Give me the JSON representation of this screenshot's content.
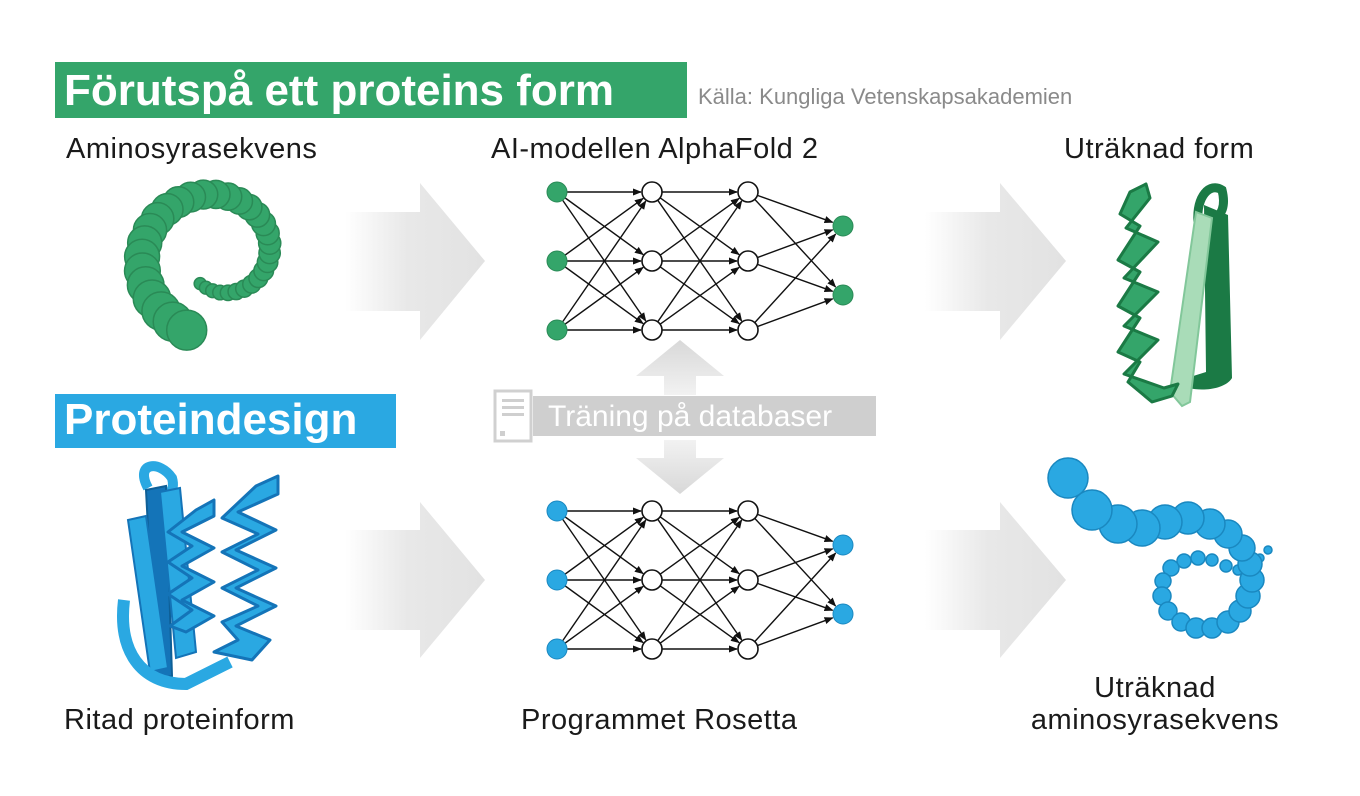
{
  "title": "Förutspå ett proteins form",
  "source": "Källa: Kungliga Vetenskapsakademien",
  "section2_title": "Proteindesign",
  "top_row": {
    "input_label": "Aminosyrasekvens",
    "model_label": "AI-modellen AlphaFold 2",
    "output_label": "Uträknad form"
  },
  "bottom_row": {
    "input_label": "Ritad proteinform",
    "model_label": "Programmet Rosetta",
    "output_label_line1": "Uträknad",
    "output_label_line2": "aminosyrasekvens"
  },
  "training_label": "Träning på databaser",
  "colors": {
    "green": "#34a56a",
    "dark_green": "#1b7a45",
    "light_green": "#a9dcb8",
    "blue": "#2aa8e2",
    "dark_blue": "#1474b8",
    "title_bg": "#34a56a",
    "section2_bg": "#2aa8e2",
    "arrow_gray": "#e6e6e6",
    "train_gray": "#cfcfcf"
  },
  "network": {
    "layers": [
      3,
      3,
      3,
      2
    ]
  }
}
